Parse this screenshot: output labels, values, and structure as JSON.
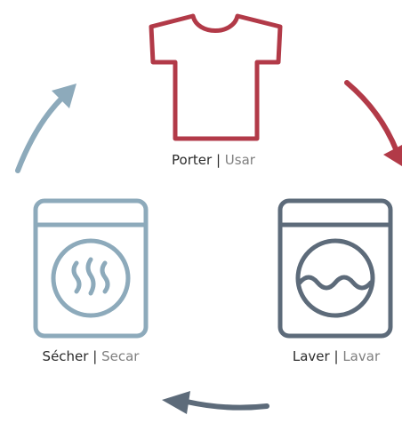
{
  "colors": {
    "wear": "#b23a48",
    "wash": "#5d6b7a",
    "dry": "#8daabb",
    "arrow_top_right": "#b23a48",
    "arrow_bottom": "#5d6b7a",
    "arrow_left": "#8daabb"
  },
  "icons": {
    "wear": "t-shirt-icon",
    "wash": "washing-machine-icon",
    "dry": "dryer-icon"
  },
  "steps": {
    "wear": {
      "fr": "Porter",
      "sep": "|",
      "pt": "Usar"
    },
    "wash": {
      "fr": "Laver",
      "sep": "|",
      "pt": "Lavar"
    },
    "dry": {
      "fr": "Sécher",
      "sep": "|",
      "pt": "Secar"
    }
  }
}
